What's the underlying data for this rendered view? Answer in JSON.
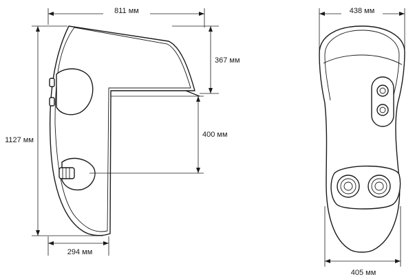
{
  "dimensions": {
    "side_width": "811 мм",
    "side_height_total": "1127 мм",
    "spout_height": "367 мм",
    "clearance": "400 мм",
    "base_depth": "294 мм",
    "front_width_top": "438 мм",
    "front_width_bottom": "405 мм"
  },
  "colors": {
    "line": "#1a1a1a",
    "background": "#ffffff"
  }
}
